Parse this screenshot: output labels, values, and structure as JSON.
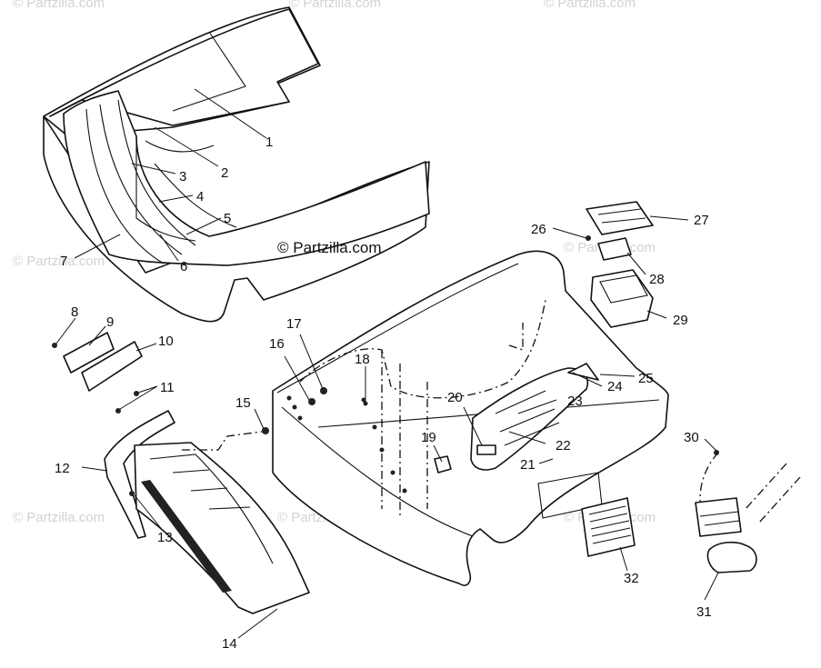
{
  "copyright_notice": "© Partzilla.com",
  "watermark_text": "© Partzilla.com",
  "callouts": [
    "1",
    "2",
    "3",
    "4",
    "5",
    "6",
    "7",
    "8",
    "9",
    "10",
    "11",
    "12",
    "13",
    "14",
    "15",
    "16",
    "17",
    "18",
    "19",
    "20",
    "21",
    "22",
    "23",
    "24",
    "25",
    "26",
    "27",
    "28",
    "29",
    "30",
    "31",
    "32"
  ],
  "colors": {
    "line": "#111111",
    "background": "#ffffff",
    "watermark": "#d2d2d2"
  }
}
